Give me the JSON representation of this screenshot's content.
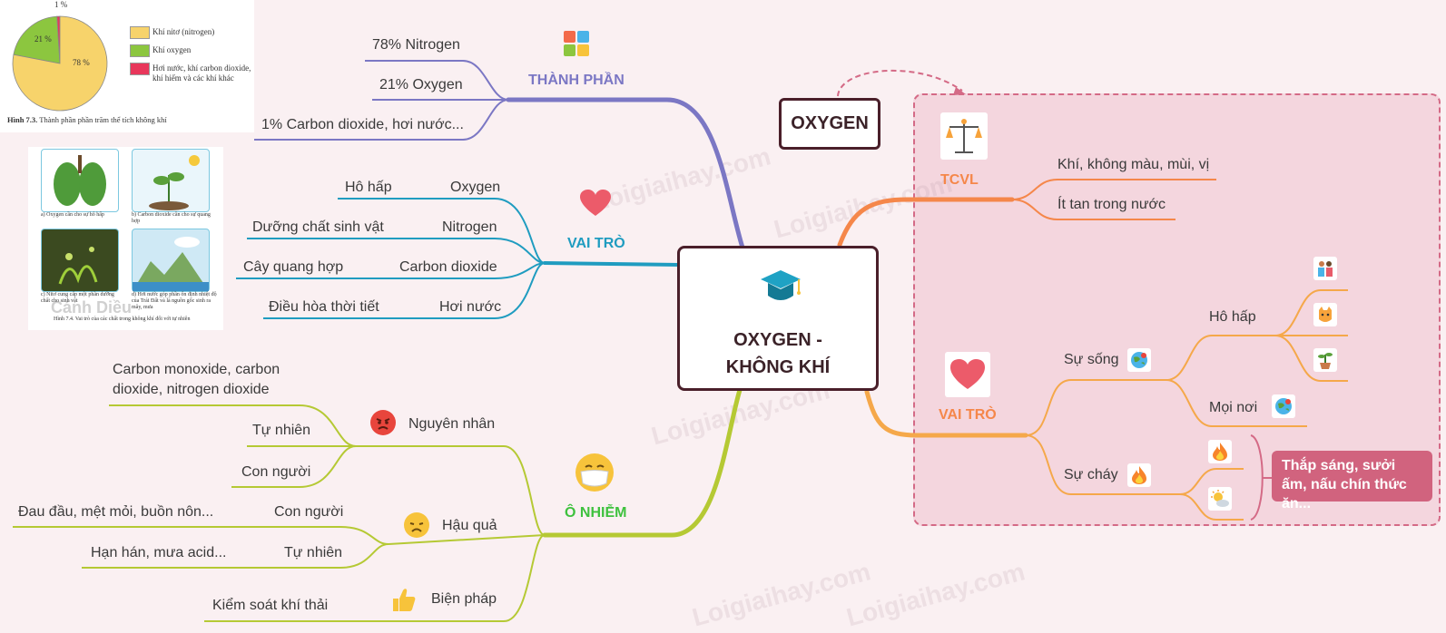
{
  "central": {
    "title_line1": "OXYGEN -",
    "title_line2": "KHÔNG KHÍ"
  },
  "oxygen_box": "OXYGEN",
  "thanh_phan": {
    "label": "THÀNH PHẦN",
    "items": [
      "78% Nitrogen",
      "21% Oxygen",
      "1% Carbon dioxide, hơi nước..."
    ]
  },
  "vai_tro_left": {
    "label": "VAI TRÒ",
    "items": [
      {
        "gas": "Oxygen",
        "role": "Hô hấp"
      },
      {
        "gas": "Nitrogen",
        "role": "Dưỡng chất sinh vật"
      },
      {
        "gas": "Carbon dioxide",
        "role": "Cây quang hợp"
      },
      {
        "gas": "Hơi nước",
        "role": "Điều hòa thời tiết"
      }
    ]
  },
  "o_nhiem": {
    "label": "Ô NHIỄM",
    "nguyen_nhan": {
      "label": "Nguyên nhân",
      "items": [
        "Carbon monoxide, carbon",
        "dioxide, nitrogen dioxide",
        "Tự nhiên",
        "Con người"
      ]
    },
    "hau_qua": {
      "label": "Hậu quả",
      "items": [
        {
          "source": "Con người",
          "effect": "Đau đầu, mệt mỏi, buồn nôn..."
        },
        {
          "source": "Tự nhiên",
          "effect": "Hạn hán, mưa acid..."
        }
      ]
    },
    "bien_phap": {
      "label": "Biện pháp",
      "items": [
        "Kiểm soát khí thải"
      ]
    }
  },
  "tcvl": {
    "label": "TCVL",
    "items": [
      "Khí, không màu, mùi, vị",
      "Ít tan trong nước"
    ]
  },
  "vai_tro_right": {
    "label": "VAI TRÒ",
    "su_song": "Sự sống",
    "ho_hap": "Hô hấp",
    "moi_noi": "Mọi nơi",
    "su_chay": "Sự cháy",
    "result": "Thắp sáng, sưởi ấm, nấu chín thức ăn..."
  },
  "pie_figure": {
    "chart_data": {
      "type": "pie",
      "slices": [
        {
          "label": "Khí nitơ (nitrogen)",
          "value": 78,
          "color": "#f7d36b"
        },
        {
          "label": "Khí oxygen",
          "value": 21,
          "color": "#8cc63f"
        },
        {
          "label": "Hơi nước, khí carbon dioxide, khí hiếm và các khí khác",
          "value": 1,
          "color": "#e8375b"
        }
      ],
      "slice_labels": [
        "78 %",
        "21 %",
        "1 %"
      ],
      "legend": [
        "Khí nitơ (nitrogen)",
        "Khí oxygen",
        "Hơi nước, khí carbon dioxide,",
        "khí hiếm và các khí khác"
      ],
      "caption_bold": "Hình 7.3.",
      "caption": " Thành phần phần trăm thể tích không khí"
    }
  },
  "photo_figure": {
    "captions": [
      "a) Oxygen cần cho sự hô hấp",
      "b) Carbon dioxide cần cho sự quang hợp",
      "c) Nitơ cung cấp một phần dưỡng chất cho sinh vật",
      "d) Hơi nước góp phần ổn định nhiệt độ của Trái Đất và là nguồn gốc sinh ra mây, mưa"
    ],
    "bottom_caption": "Hình 7.4. Vai trò của các chất trong không khí đối với tự nhiên",
    "watermark": "Cánh Diều"
  },
  "watermark": "Loigiaihay.com",
  "colors": {
    "purple": "#7b77c4",
    "blue": "#1f9cc0",
    "olive": "#b5c934",
    "orange": "#f5874a",
    "orange_light": "#f5a84a",
    "green_label": "#3ec13e",
    "red_label": "#e34b2c"
  }
}
